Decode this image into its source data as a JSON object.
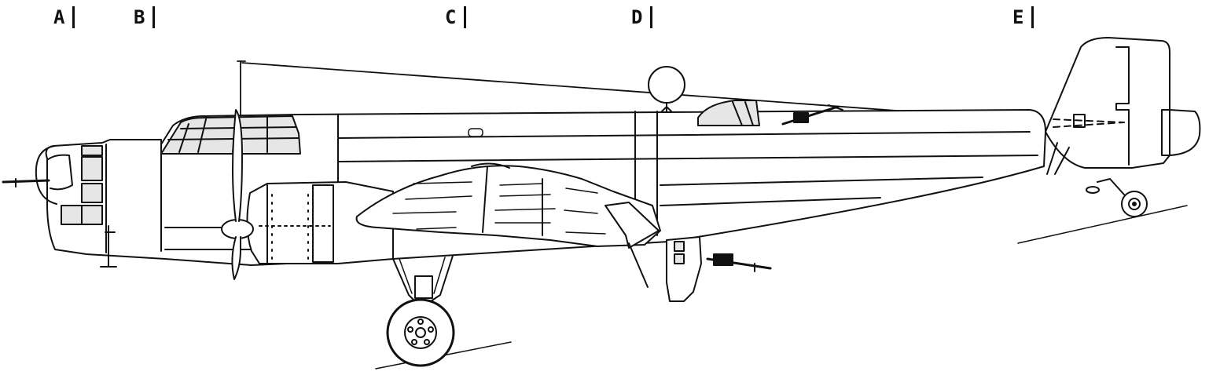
{
  "stations": [
    {
      "id": "a",
      "letter": "A"
    },
    {
      "id": "b",
      "letter": "B"
    },
    {
      "id": "c",
      "letter": "C"
    },
    {
      "id": "d",
      "letter": "D"
    },
    {
      "id": "e",
      "letter": "E"
    }
  ],
  "colors": {
    "ink": "#111111",
    "paper": "#ffffff",
    "glass": "#cfcfcf"
  }
}
